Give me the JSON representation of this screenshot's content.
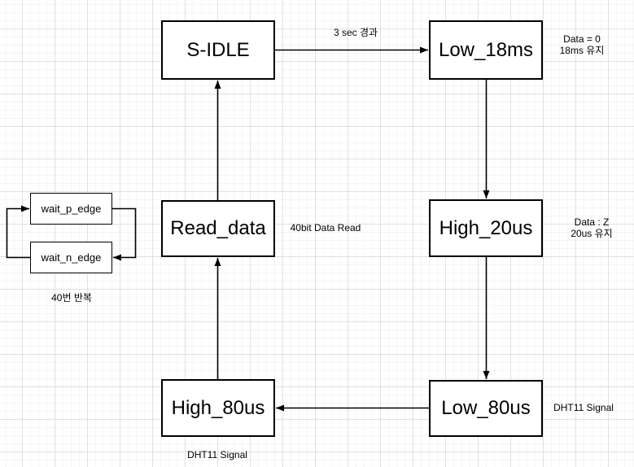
{
  "diagram": {
    "states": {
      "s_idle": "S-IDLE",
      "low_18ms": "Low_18ms",
      "high_20us": "High_20us",
      "low_80us": "Low_80us",
      "high_80us": "High_80us",
      "read_data": "Read_data",
      "wait_p_edge": "wait_p_edge",
      "wait_n_edge": "wait_n_edge"
    },
    "edge_labels": {
      "s_idle_to_low_18ms": "3 sec 경과"
    },
    "notes": {
      "low_18ms": {
        "line1": "Data = 0",
        "line2": "18ms 유지"
      },
      "high_20us": {
        "line1": "Data : Z",
        "line2": "20us 유지"
      },
      "low_80us": "DHT11 Signal",
      "high_80us": "DHT11 Signal",
      "read_data": "40bit Data Read",
      "wait_loop": "40번 반복"
    },
    "colors": {
      "background": "#ffffff",
      "grid_minor": "#f6f4f4",
      "grid_major": "#e1e1e1",
      "node_fill": "#ffffff",
      "node_border": "#000000",
      "edge": "#000000",
      "text": "#000000"
    }
  }
}
